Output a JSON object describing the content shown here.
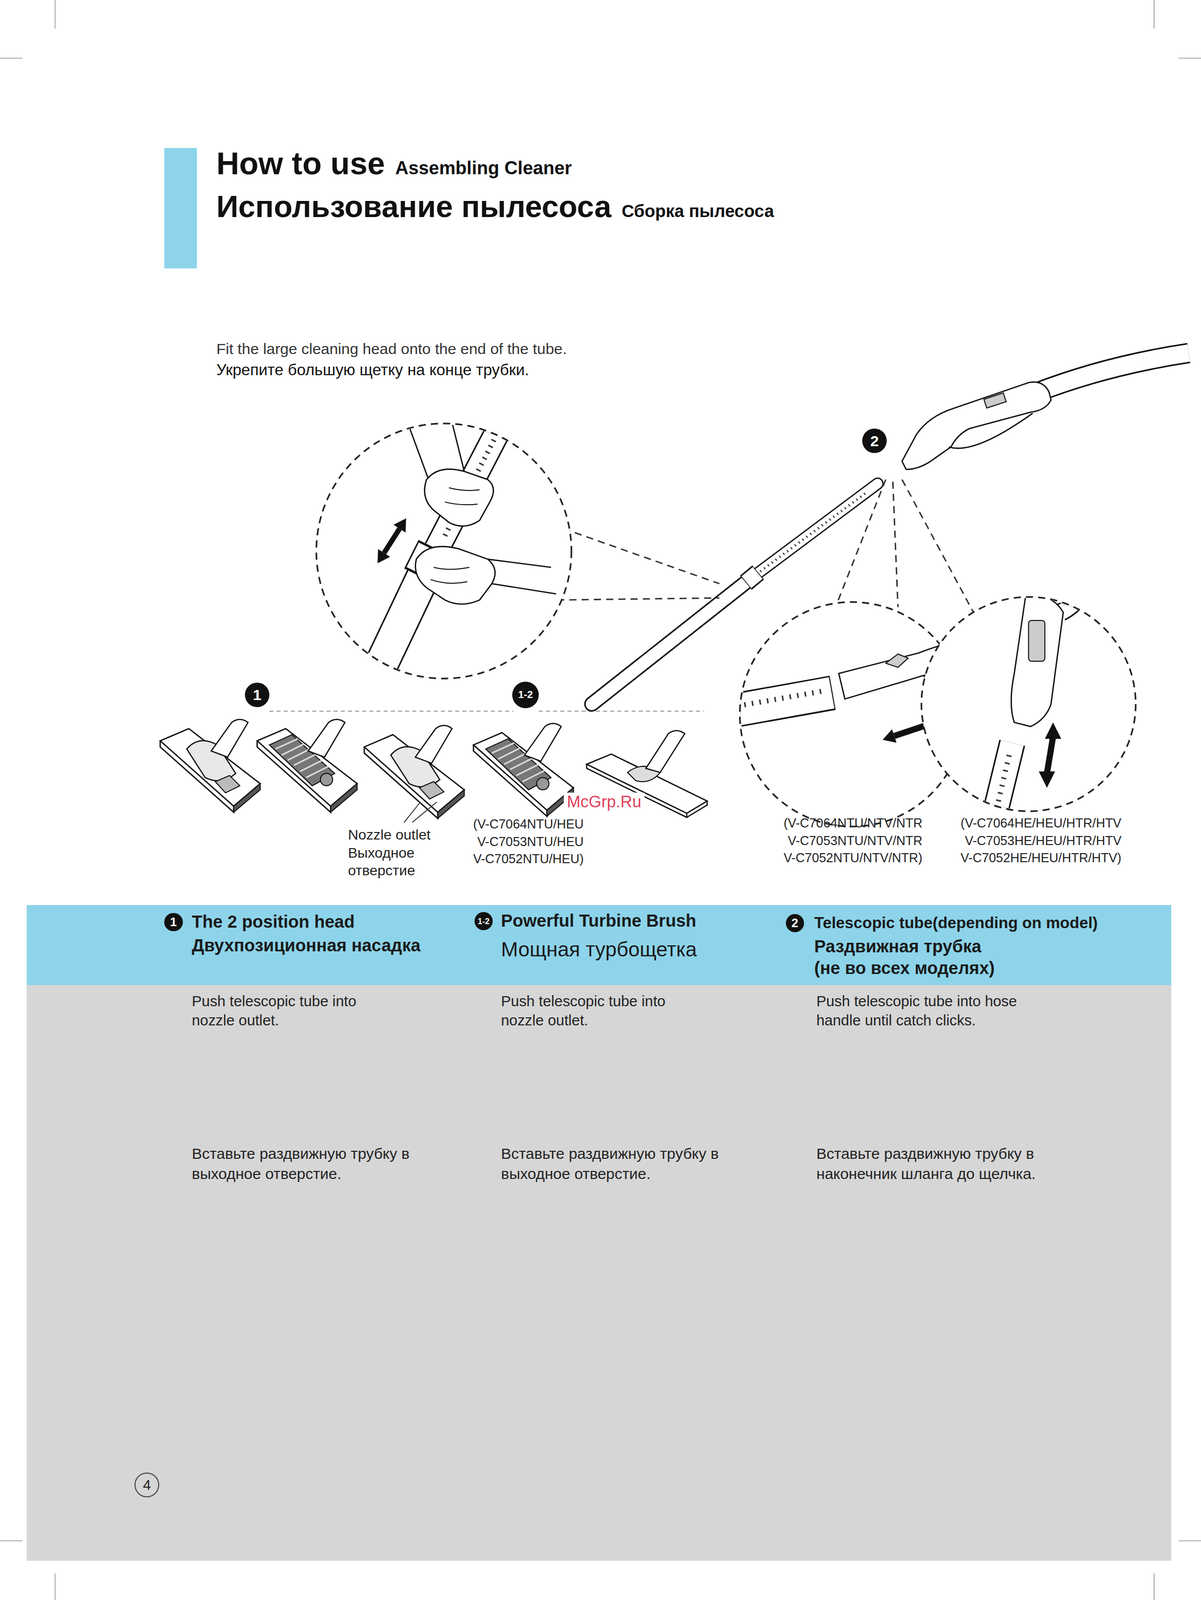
{
  "diagram": {
    "title": "How to use",
    "nodes": [
      {
        "text": [
          "1",
          "The 2 position head",
          "Двухпозиционная насадка",
          "1-2",
          "Powerful Turbine Brush",
          "Мощная турбощетка",
          "2",
          "Telescopic tube(depending on model)",
          "Раздвижная трубка (не во всех моделях)"
        ]
      },
      {
        "text": [
          "Push telescopic tube into nozzle outlet.",
          "Push telescopic tube into nozzle outlet.",
          "Push telescopic tube into hose handle until catch clicks.",
          "Вставьте раздвижную трубку в выходное отверстие.",
          "Вставьте раздвижную трубку в выходное отверстие.",
          "Вставьте раздвижную трубку в наконечник шланга до щелчка."
        ]
      },
      {
        "text": [
          "4"
        ],
        "in": 1
      }
    ],
    "labels": [
      "Assembling Cleaner",
      "Использование пылесоса",
      "Сборка пылесоса",
      "Fit the large cleaning head onto the end of the tube.",
      "Укрепите большую щетку на конце трубки.",
      "2",
      "1",
      "1-2",
      "Nozzle outlet",
      "Выходное отверстие",
      "(V-C7064NTU/HEU V-C7053NTU/HEU V-C7052NTU/HEU)",
      "(V-C7064NTU/NTV/NTR V-C7053NTU/NTV/NTR V-C7052NTU/NTV/NTR)",
      "(V-C7064HE/HEU/HTR/HTV V-C7053HE/HEU/HTR/HTV V-C7052HE/HEU/HTR/HTV)",
      "McGrp.Ru"
    ]
  }
}
